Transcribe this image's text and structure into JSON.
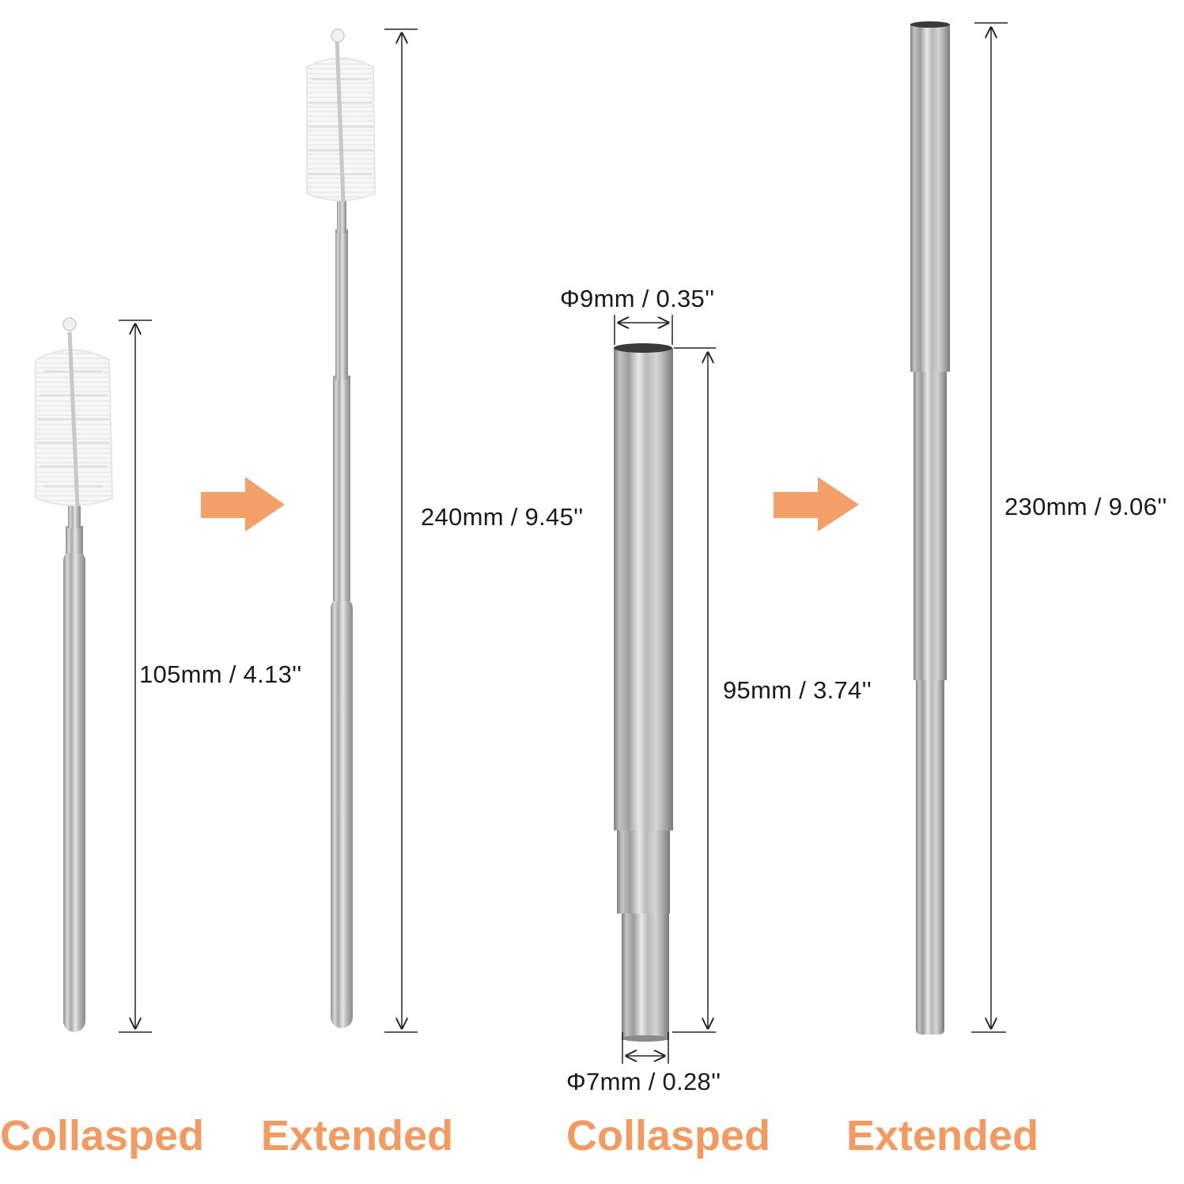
{
  "colors": {
    "accent": "#f4a06b",
    "caption": "#f29a60",
    "text": "#1a1a1a",
    "steel": "#b9b9b9",
    "background": "#ffffff"
  },
  "dimensions": {
    "brush_collapsed": "105mm / 4.13''",
    "brush_extended": "240mm / 9.45''",
    "straw_diameter_top": "Φ9mm / 0.35''",
    "straw_collapsed": "95mm / 3.74''",
    "straw_diameter_bottom": "Φ7mm / 0.28''",
    "straw_extended": "230mm / 9.06''"
  },
  "captions": {
    "brush_collapsed": "Collasped",
    "brush_extended": "Extended",
    "straw_collapsed": "Collasped",
    "straw_extended": "Extended"
  },
  "icons": {
    "arrow_1": "arrow-right-icon",
    "arrow_2": "arrow-right-icon"
  }
}
